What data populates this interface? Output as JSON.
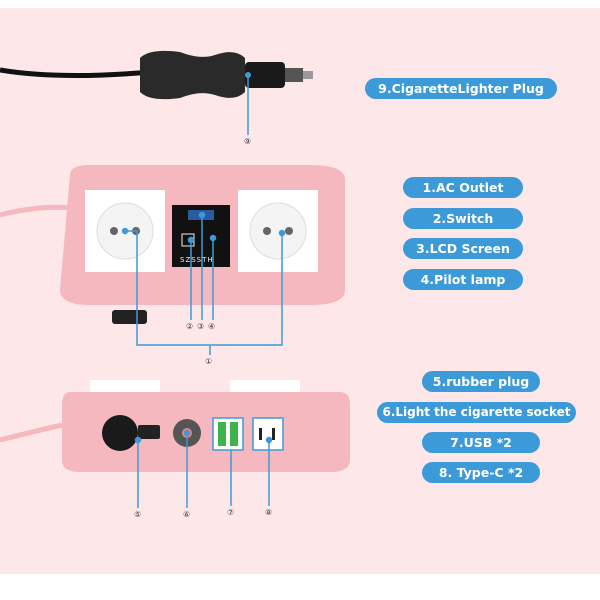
{
  "labels": {
    "l9": "9.CigaretteLighter Plug",
    "l1": "1.AC Outlet",
    "l2": "2.Switch",
    "l3": "3.LCD Screen",
    "l4": "4.Pilot lamp",
    "l5": "5.rubber plug",
    "l6": "6.Light the cigarette socket",
    "l7": "7.USB *2",
    "l8": "8. Type-C *2"
  },
  "callouts": {
    "n1": "①",
    "n2": "②",
    "n3": "③",
    "n4": "④",
    "n5": "⑤",
    "n6": "⑥",
    "n7": "⑦",
    "n8": "⑧",
    "n9": "⑨"
  },
  "brand": "SZSSTH",
  "colors": {
    "label_bg": "#3d9ad8",
    "body_pink": "#f5b8bf",
    "background": "#fde7e9"
  }
}
